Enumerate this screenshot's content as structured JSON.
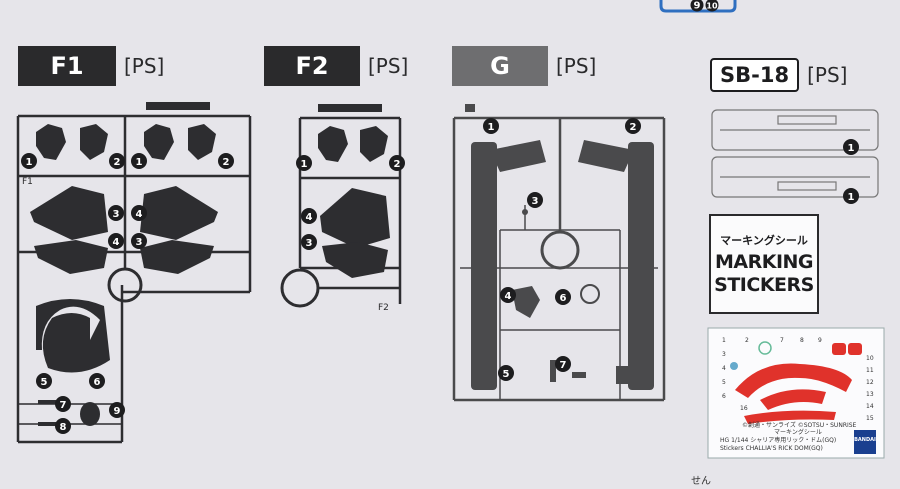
{
  "page_header_badges": [
    "9",
    "10"
  ],
  "sections": [
    {
      "id": "F1",
      "label": "F1",
      "material": "[PS]",
      "frame_tag": "F1"
    },
    {
      "id": "F2",
      "label": "F2",
      "material": "[PS]",
      "frame_tag": "F2"
    },
    {
      "id": "G",
      "label": "G",
      "material": "[PS]",
      "frame_tag": ""
    },
    {
      "id": "SB18",
      "label": "SB-18",
      "material": "[PS]",
      "frame_tag": ""
    }
  ],
  "part_numbers": {
    "F1": [
      "1",
      "2",
      "1",
      "2",
      "3",
      "4",
      "4",
      "3",
      "5",
      "6",
      "7",
      "8",
      "9"
    ],
    "F2": [
      "1",
      "2",
      "4",
      "3"
    ],
    "G": [
      "1",
      "2",
      "3",
      "4",
      "6",
      "5",
      "7"
    ],
    "SB18": [
      "1",
      "1"
    ]
  },
  "marking_stickers": {
    "jp": "マーキングシール",
    "line1": "MARKING",
    "line2": "STICKERS"
  },
  "decal_sheet": {
    "copyright": "©創通・サンライズ ©SOTSU・SUNRISE",
    "jp_line": "マーキングシール",
    "model_line": "HG 1/144 シャリア専用リック・ドム(GQ)",
    "stickers_line": "Stickers  CHALLIA'S RICK DOM(GQ)",
    "brand": "BANDAI",
    "numbers": [
      "1",
      "2",
      "3",
      "4",
      "5",
      "6",
      "7",
      "8",
      "9",
      "10",
      "11",
      "12",
      "13",
      "14",
      "15",
      "16"
    ]
  },
  "footnote": "せん",
  "colors": {
    "background": "#e6e5ea",
    "part_dark": "#2d2d30",
    "runner_grey": "#4a4a4c",
    "decal_red": "#e0322b",
    "header_blue": "#2f6fc0"
  }
}
